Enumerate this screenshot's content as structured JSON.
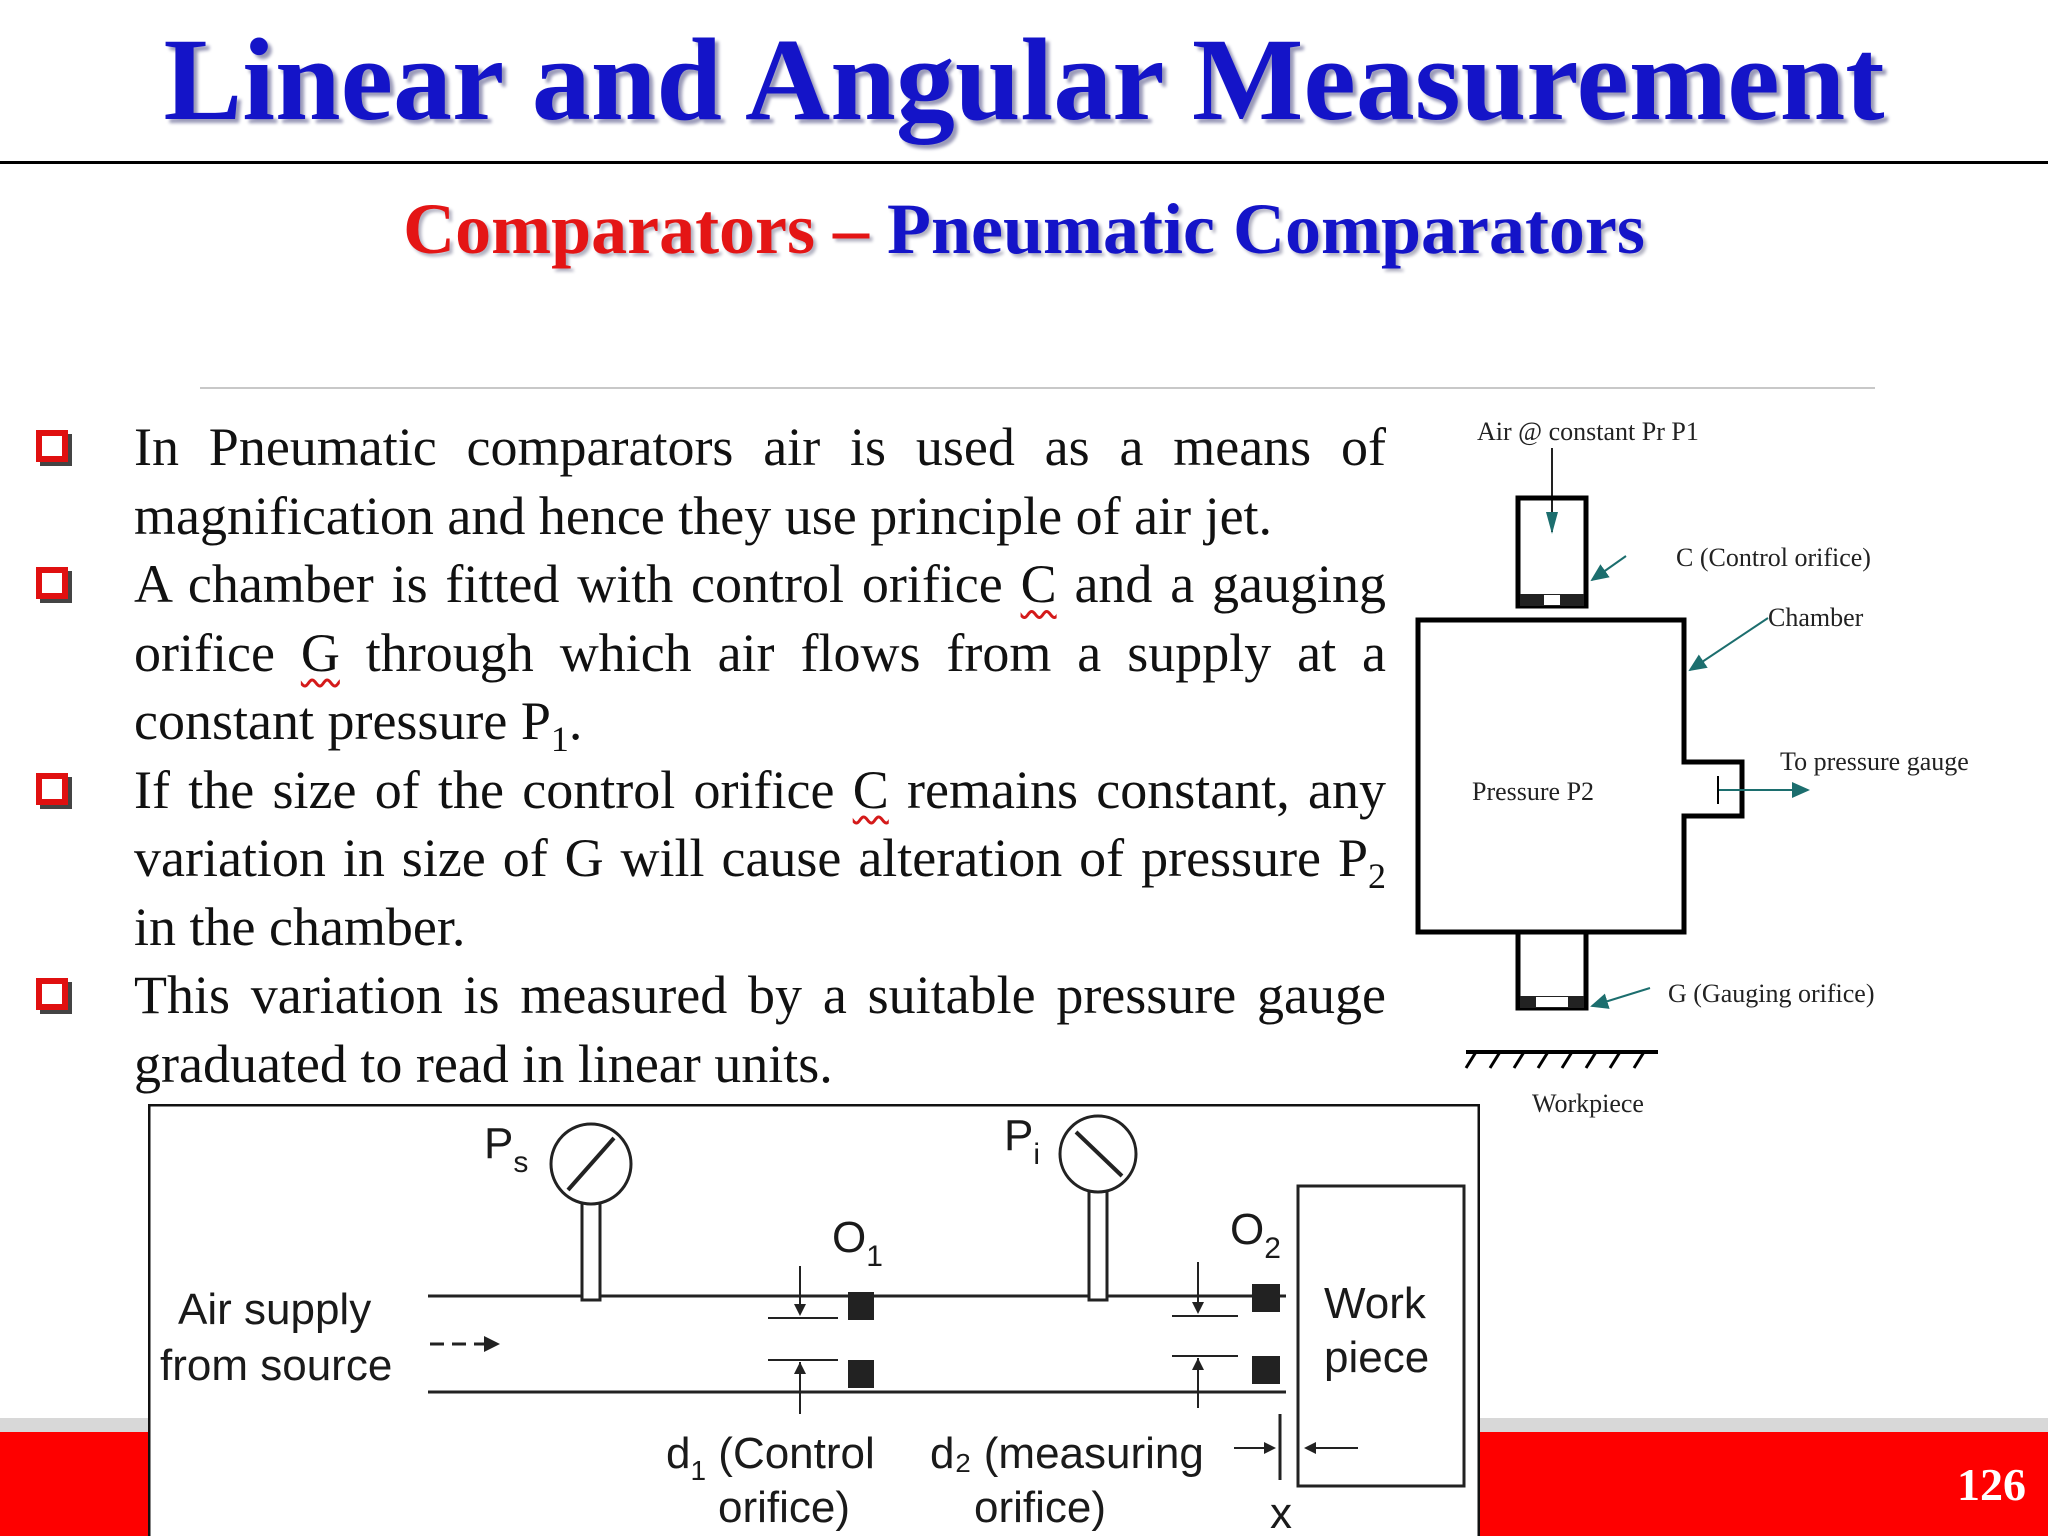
{
  "slide": {
    "title": "Linear and Angular Measurement",
    "subtitle_part1": "Comparators –",
    "subtitle_part2": "Pneumatic Comparators",
    "page_number": "126"
  },
  "bullets": [
    {
      "seg1": "In Pneumatic comparators air is used as a means of magnification and hence they use principle of air jet."
    },
    {
      "seg1": "A chamber is fitted with control orifice ",
      "mark1": "C",
      "seg2": " and a gauging orifice ",
      "mark2": "G",
      "seg3": " through which air flows from a supply at a constant pressure P",
      "sub1": "1",
      "seg4": "."
    },
    {
      "seg1": "If the size of the control orifice ",
      "mark1": "C",
      "seg2": " remains constant, any variation in size of G will cause alteration of pressure P",
      "sub1": "2",
      "seg3": " in the chamber."
    },
    {
      "seg1": "This variation is measured by a suitable pressure gauge graduated to read in linear units."
    }
  ],
  "diagram_right": {
    "air_label": "Air @ constant Pr P1",
    "control_label": "C (Control orifice)",
    "chamber_label": "Chamber",
    "gauge_label": "To pressure gauge",
    "pressure_label": "Pressure P2",
    "gauging_label": "G (Gauging orifice)",
    "workpiece_label": "Workpiece"
  },
  "diagram_bottom": {
    "ps_label": "P",
    "ps_sub": "s",
    "pi_label": "P",
    "pi_sub": "i",
    "o1_label": "O",
    "o1_sub": "1",
    "o2_label": "O",
    "o2_sub": "2",
    "air_supply_line1": "Air supply",
    "air_supply_line2": "from source",
    "work_line1": "Work",
    "work_line2": "piece",
    "d1_line1_prefix": "d",
    "d1_sub": "1",
    "d1_line1_rest": " (Control",
    "d1_line2": "orifice)",
    "d2_line1": "d₂ (measuring",
    "d2_line2": "orifice)",
    "x_label": "x"
  },
  "colors": {
    "title_blue": "#1414c8",
    "subtitle_red": "#e41515",
    "bullet_red": "#e01010",
    "footer_red": "#fe0000",
    "arrow_teal": "#1c6e6e"
  }
}
